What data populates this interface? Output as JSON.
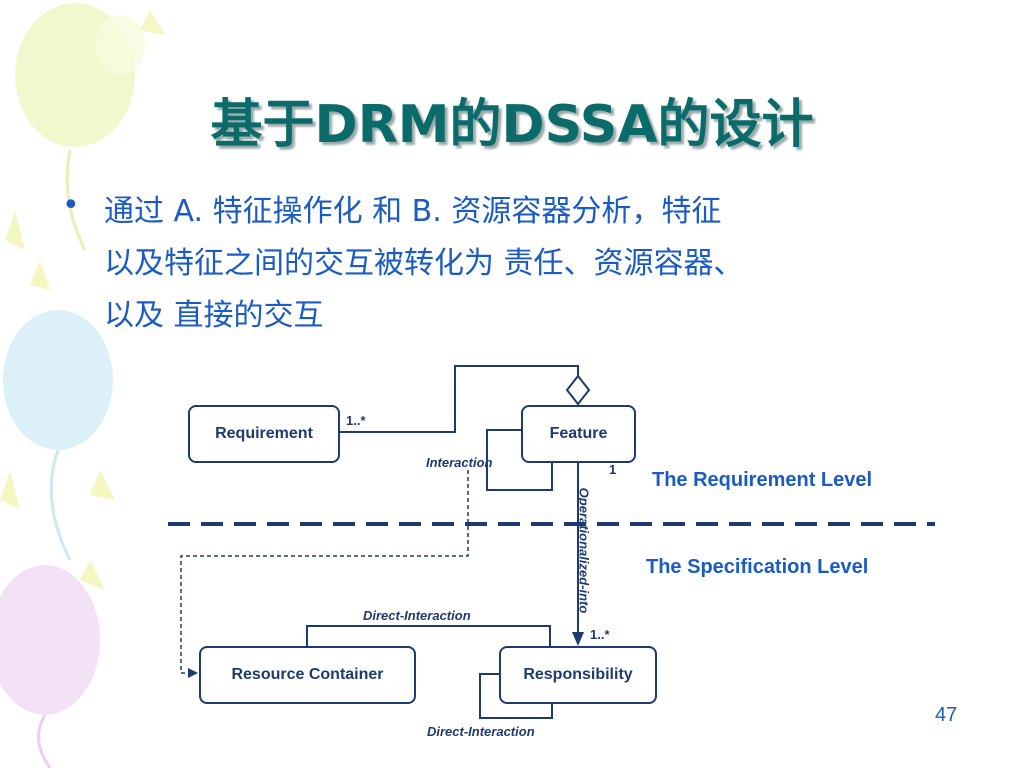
{
  "slide": {
    "title": "基于DRM的DSSA的设计",
    "bullet": {
      "line1": "通过  A. 特征操作化  和  B. 资源容器分析，特征",
      "line2": "以及特征之间的交互被转化为  责任、资源容器、",
      "line3": "以及  直接的交互"
    },
    "page_number": "47"
  },
  "diagram": {
    "nodes": {
      "requirement": "Requirement",
      "feature": "Feature",
      "resource_container": "Resource Container",
      "responsibility": "Responsibility"
    },
    "edges": {
      "req_feature_mult": "1..*",
      "interaction": "Interaction",
      "feature_mult": "1",
      "operationalized_into": "Operationalized-into",
      "resp_mult": "1..*",
      "direct_interaction_top": "Direct-Interaction",
      "direct_interaction_bottom": "Direct-Interaction"
    },
    "levels": {
      "requirement": "The Requirement Level",
      "specification": "The Specification Level"
    }
  },
  "colors": {
    "title": "#0b6b6b",
    "text": "#1a5cc4",
    "diagram": "#1e3a6e"
  }
}
